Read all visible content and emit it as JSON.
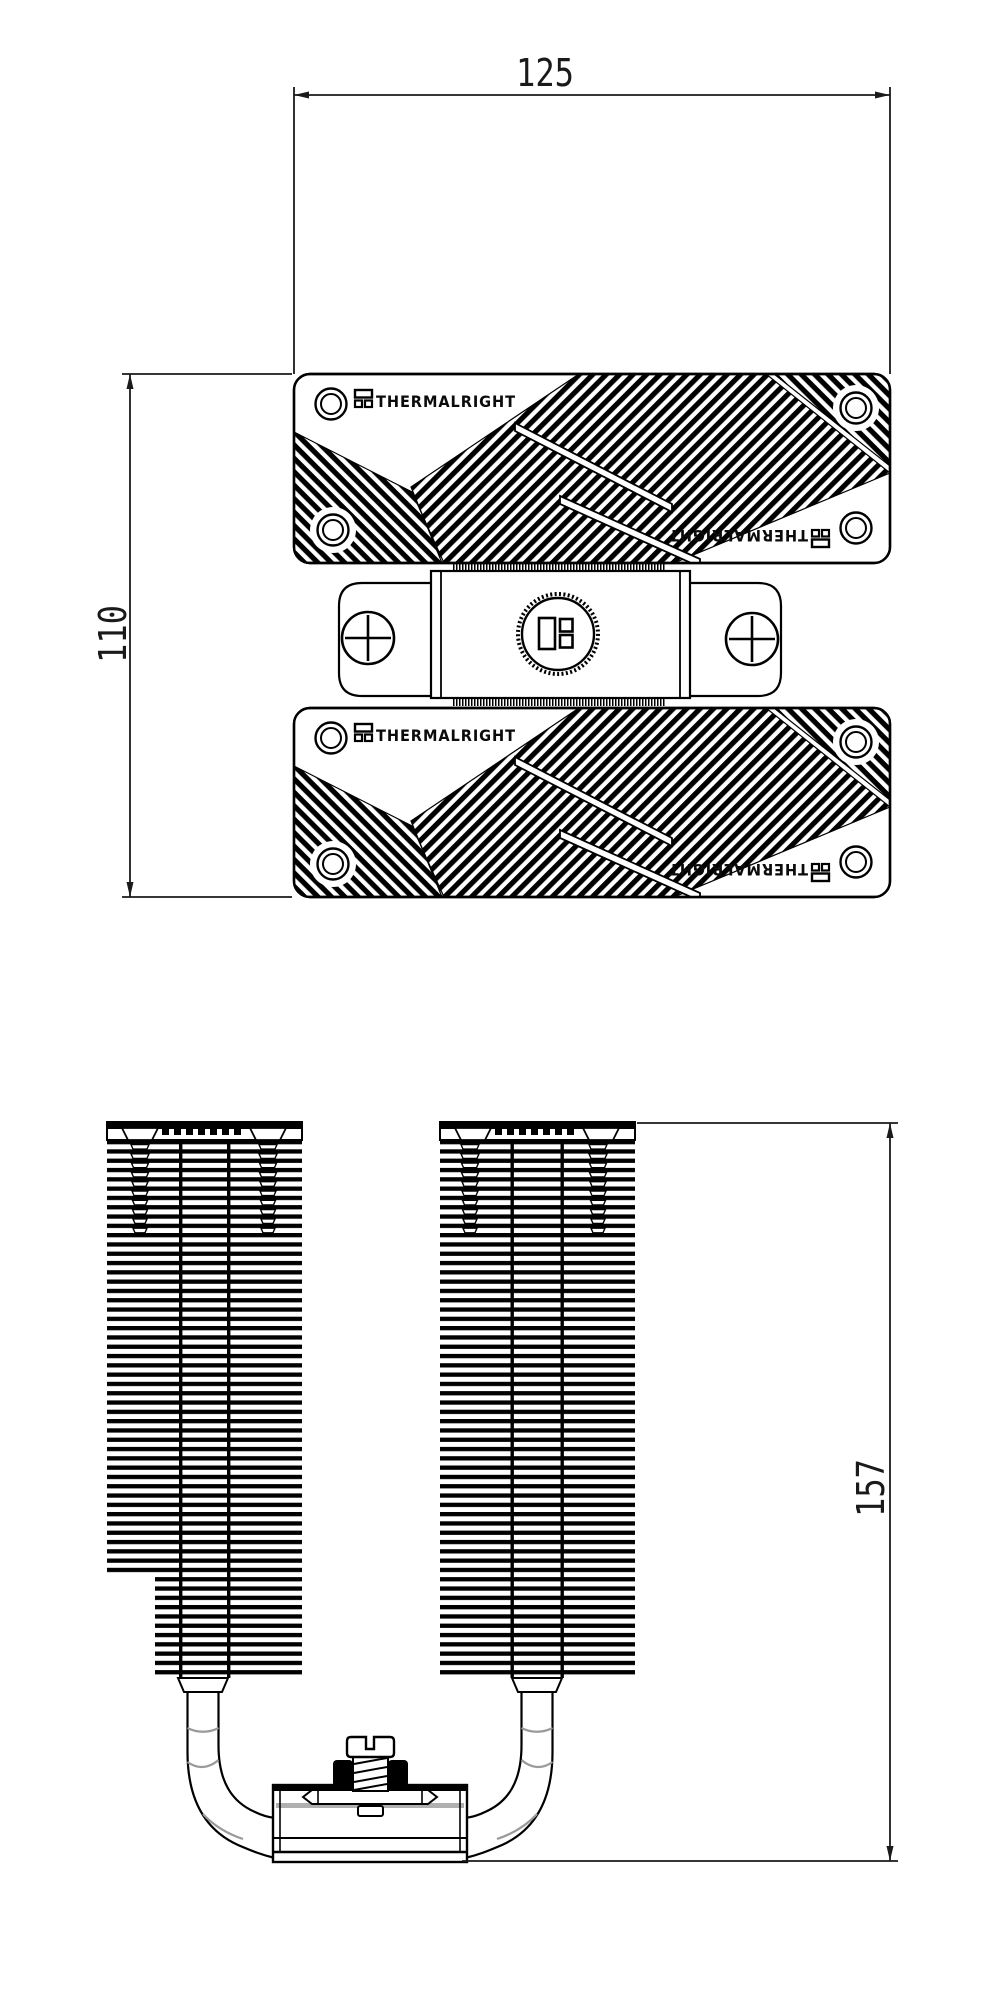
{
  "drawing": {
    "brand": "THERMALRIGHT",
    "dimensions": {
      "width": "125",
      "depth": "110",
      "height": "157"
    },
    "colors": {
      "line": "#000000",
      "background": "#ffffff",
      "pipe_highlight": "#9a9a9a",
      "base_shading": "#b0b0b0"
    },
    "icons": {
      "corner_screw": "screw-hole-icon",
      "plus_screw": "phillips-screw-icon",
      "brand_boxes": "thermalright-boxes-icon",
      "hub": "fan-hub-knob-icon"
    }
  }
}
